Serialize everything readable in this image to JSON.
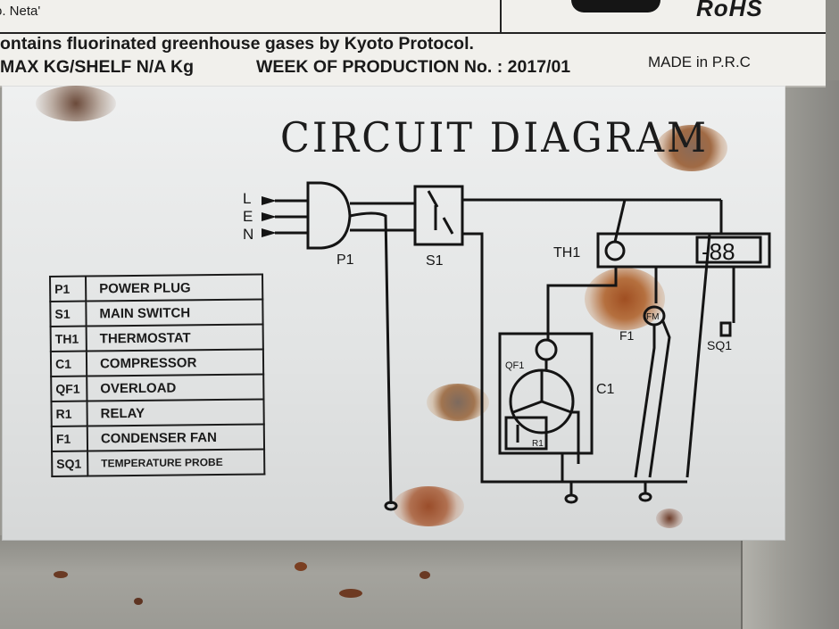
{
  "label": {
    "neta_fragment": "o. Neta'",
    "rohs": "RoHS",
    "line_gases": "ontains fluorinated greenhouse gases by Kyoto Protocol.",
    "line_max": "MAX KG/SHELF N/A Kg",
    "line_week": "WEEK OF PRODUCTION No. :  2017/01",
    "line_made": "MADE in P.R.C"
  },
  "diagram": {
    "title": "CIRCUIT DIAGRAM",
    "terminals": [
      "L",
      "E",
      "N"
    ],
    "labels": {
      "p1": "P1",
      "s1": "S1",
      "th1": "TH1",
      "display": "-88",
      "sq1": "SQ1",
      "f1": "F1",
      "fm": "FM",
      "c1": "C1",
      "qf1": "QF1",
      "r1": "R1"
    }
  },
  "legend": [
    {
      "code": "P1",
      "desc": "POWER PLUG"
    },
    {
      "code": "S1",
      "desc": "MAIN SWITCH"
    },
    {
      "code": "TH1",
      "desc": "THERMOSTAT"
    },
    {
      "code": "C1",
      "desc": "COMPRESSOR"
    },
    {
      "code": "QF1",
      "desc": "OVERLOAD"
    },
    {
      "code": "R1",
      "desc": "RELAY"
    },
    {
      "code": "F1",
      "desc": "CONDENSER FAN"
    },
    {
      "code": "SQ1",
      "desc": "TEMPERATURE PROBE"
    }
  ]
}
